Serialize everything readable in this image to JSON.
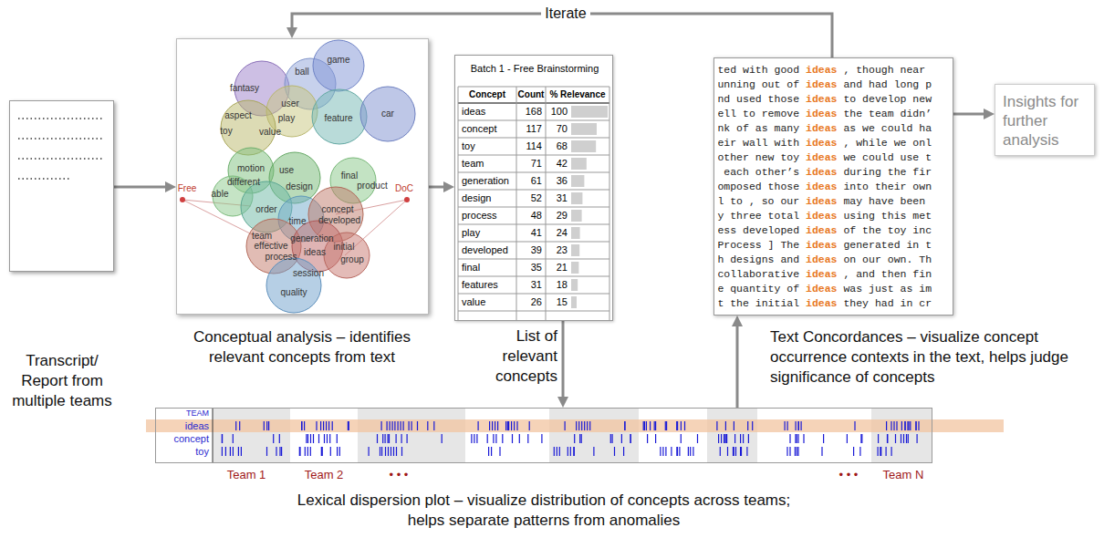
{
  "diagram": {
    "nodes": [
      {
        "text": [
          "Transcript/ Report from multiple teams"
        ]
      },
      {
        "text": [
          "Conceptual analysis – identifies relevant concepts from text"
        ]
      },
      {
        "text": [
          "Batch 1 - Free Brainstorming",
          "List of relevant concepts"
        ]
      },
      {
        "text": [
          "Text Concordances – visualize concept occurrence contexts in the text, helps judge significance of concepts"
        ]
      },
      {
        "text": [
          "Insights for further analysis"
        ]
      },
      {
        "text": [
          "Lexical dispersion plot – visualize distribution of concepts across teams; helps separate patterns from anomalies"
        ]
      }
    ],
    "edges": [
      {
        "from": 0,
        "to": 1,
        "arrow": "to"
      },
      {
        "from": 1,
        "to": 2,
        "arrow": "to"
      },
      {
        "from": 2,
        "to": 5,
        "arrow": "to"
      },
      {
        "from": 5,
        "to": 3,
        "arrow": "to"
      },
      {
        "from": 3,
        "to": 1,
        "arrow": "to",
        "label": "Iterate"
      },
      {
        "from": 3,
        "to": 4,
        "arrow": "to"
      }
    ],
    "labels": [
      "fantasy",
      "ball",
      "game",
      "user",
      "aspect",
      "play",
      "feature",
      "car",
      "toy",
      "value",
      "Free",
      "DoC",
      "motion",
      "use",
      "different",
      "design",
      "final",
      "product",
      "able",
      "order",
      "concept",
      "time",
      "developed",
      "team",
      "effective",
      "generation",
      "initial",
      "process",
      "ideas",
      "group",
      "session",
      "quality",
      "Concept",
      "Count",
      "% Relevance",
      "ideas",
      "168",
      "100",
      "concept",
      "117",
      "70",
      "toy",
      "114",
      "68",
      "team",
      "71",
      "42",
      "generation",
      "61",
      "36",
      "design",
      "52",
      "31",
      "process",
      "48",
      "29",
      "play",
      "41",
      "24",
      "developed",
      "39",
      "23",
      "final",
      "35",
      "21",
      "features",
      "31",
      "18",
      "value",
      "26",
      "15",
      "ted with good ",
      "ideas",
      " , though near",
      "unning out of ",
      "ideas",
      " and had long p",
      "nd used those ",
      "ideas",
      " to develop new",
      "ell to remove ",
      "ideas",
      " the team didn’",
      "nk of as many ",
      "ideas",
      " as we could ha",
      "eir wall with ",
      "ideas",
      " , while we onl",
      "other new toy ",
      "ideas",
      " we could use t",
      " each other’s ",
      "ideas",
      " during the fir",
      "omposed those ",
      "ideas",
      " into their own",
      "l to , so our ",
      "ideas",
      " may have been",
      "y three total ",
      "ideas",
      " using this met",
      "ess developed ",
      "ideas",
      " of the toy inc",
      "Process ] The ",
      "ideas",
      " generated in t",
      "h designs and ",
      "ideas",
      " on our own. Th",
      "collaborative ",
      "ideas",
      " , and then fin",
      "e quantity of ",
      "ideas",
      " was just as im",
      "t the initial ",
      "ideas",
      " they had in cr",
      "TEAM",
      "ideas",
      "concept",
      "toy",
      "Team 1",
      "Team 2",
      "• • •",
      "• • •",
      "Team N"
    ]
  }
}
